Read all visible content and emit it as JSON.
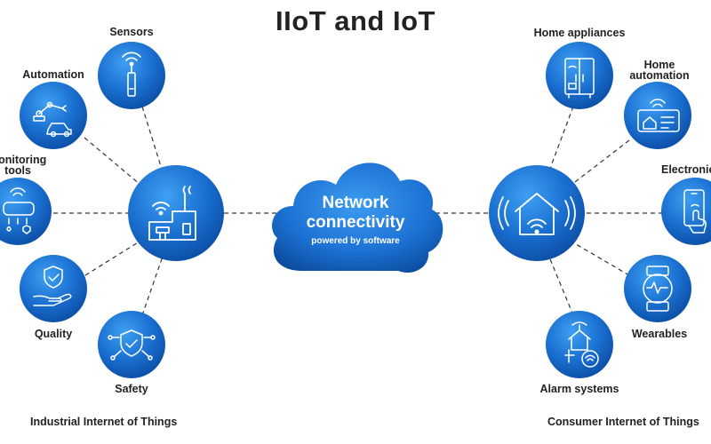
{
  "title": "IIoT and IoT",
  "cloud": {
    "line1": "Network",
    "line2": "connectivity",
    "subtitle": "powered by software"
  },
  "iiot": {
    "footer": "Industrial Internet of Things",
    "hub_icon": "factory-wifi-icon",
    "nodes": [
      {
        "label": "Sensors",
        "icon": "sensor-antenna-icon"
      },
      {
        "label": "Automation",
        "icon": "robot-arm-car-icon"
      },
      {
        "label_line1": "Monitoring",
        "label_line2": "tools",
        "icon": "monitoring-dashboard-icon"
      },
      {
        "label": "Quality",
        "icon": "hand-shield-icon"
      },
      {
        "label": "Safety",
        "icon": "shield-network-icon"
      }
    ]
  },
  "iot": {
    "footer": "Consumer Internet of Things",
    "hub_icon": "smart-home-wifi-icon",
    "nodes": [
      {
        "label": "Home appliances",
        "icon": "smart-fridge-icon"
      },
      {
        "label_line1": "Home",
        "label_line2": "automation",
        "icon": "thermostat-panel-icon"
      },
      {
        "label": "Electronics",
        "icon": "smartphone-touch-icon"
      },
      {
        "label": "Wearables",
        "icon": "smartwatch-icon"
      },
      {
        "label": "Alarm systems",
        "icon": "alarm-home-icon"
      }
    ]
  },
  "colors": {
    "circle_light": "#2f8fe6",
    "circle_dark": "#0a4fa8",
    "connector": "#333333"
  }
}
